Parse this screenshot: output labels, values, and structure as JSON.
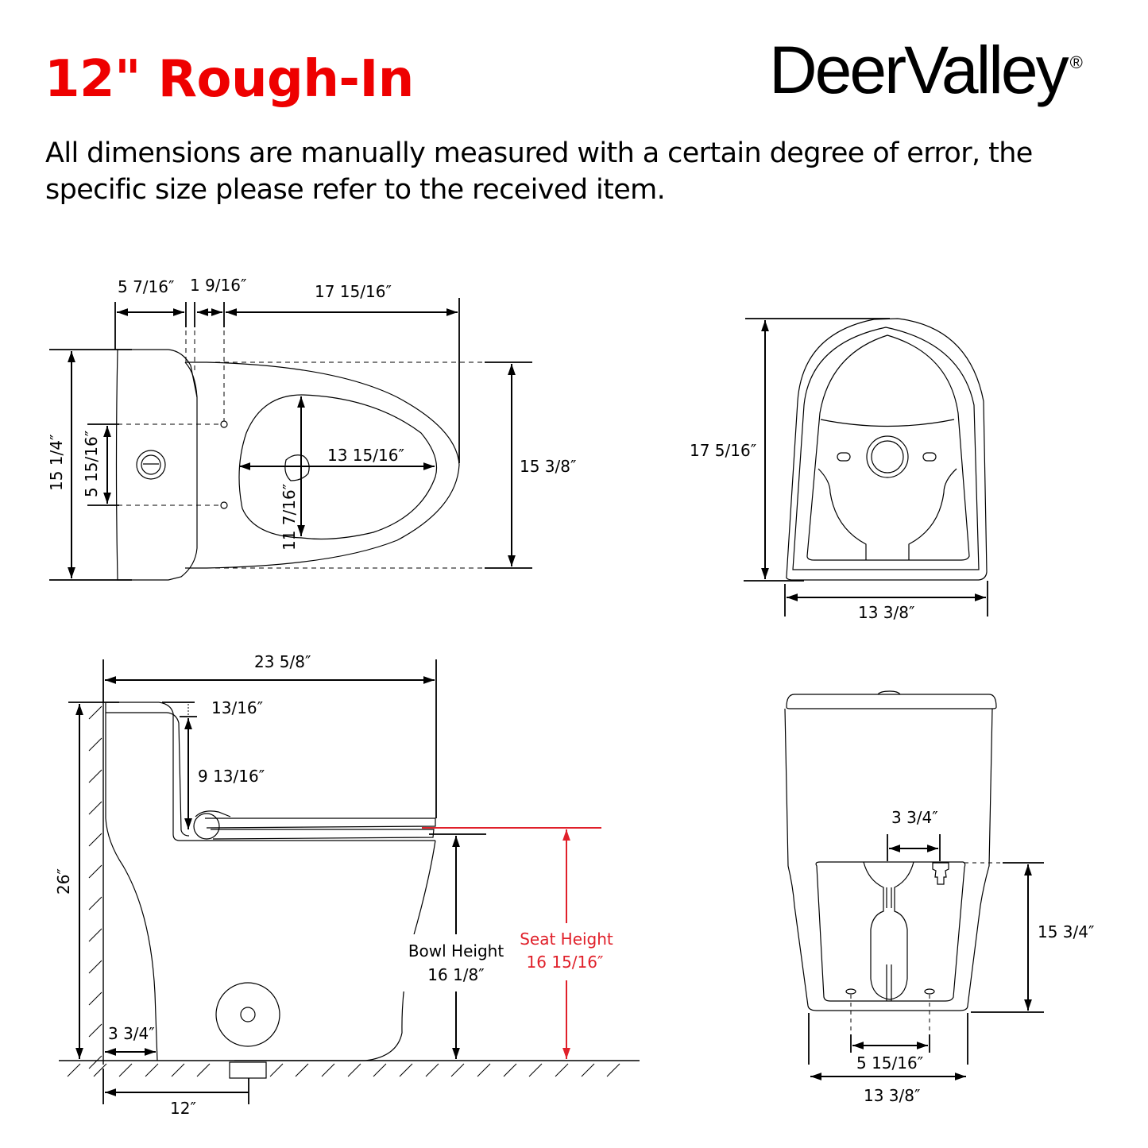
{
  "header": {
    "title": "12\" Rough-In",
    "brand": "DeerValley",
    "brand_mark": "®",
    "notice": "All dimensions are manually measured with a certain degree of error, the specific size please refer to the received item."
  },
  "colors": {
    "title_red": "#ee0000",
    "seat_height_red": "#e0202a",
    "line": "#000000"
  },
  "top_view": {
    "tank_depth": "5 7/16″",
    "hinge_gap": "1 9/16″",
    "bowl_length": "17 15/16″",
    "overall_width": "15 1/4″",
    "seat_hinge_spacing": "5 15/16″",
    "opening_length": "13 15/16″",
    "opening_width": "11 7/16″",
    "bowl_width": "15 3/8″"
  },
  "bottom_view": {
    "footprint_length": "17 5/16″",
    "footprint_width": "13 3/8″"
  },
  "side_view": {
    "overall_length": "23 5/8″",
    "lid_thickness": "13/16″",
    "tank_above_seat": "9 13/16″",
    "overall_height": "26″",
    "bowl_height_label": "Bowl Height",
    "bowl_height": "16 1/8″",
    "seat_height_label": "Seat Height",
    "seat_height": "16 15/16″",
    "wall_to_base": "3 3/4″",
    "rough_in": "12″"
  },
  "back_view": {
    "supply_offset": "3 3/4″",
    "supply_height": "15 3/4″",
    "bolt_spacing": "5 15/16″",
    "base_width": "13 3/8″"
  }
}
